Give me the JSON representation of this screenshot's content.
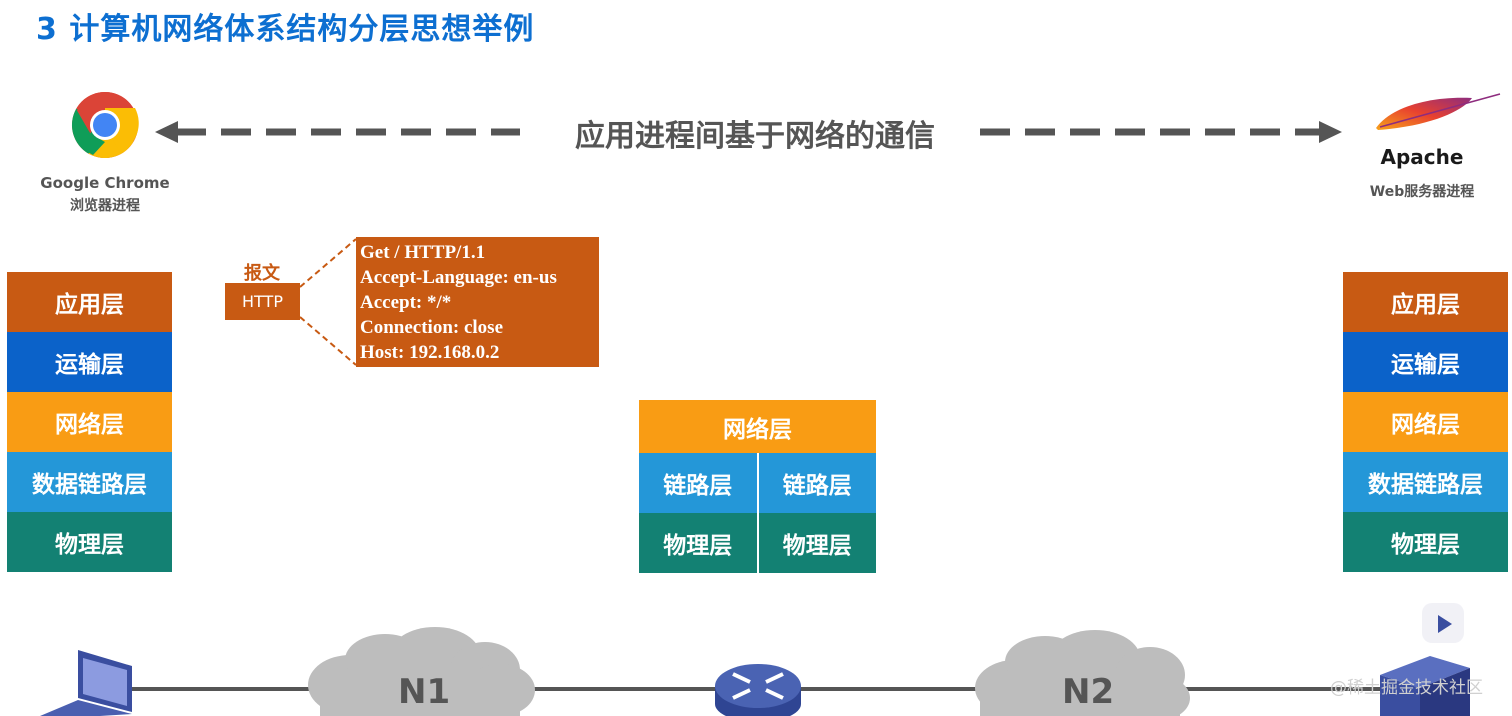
{
  "slide": {
    "title": "3 计算机网络体系结构分层思想举例",
    "caption": "应用进程间基于网络的通信",
    "colors": {
      "title": "#0d6fd1",
      "application": "#c85a13",
      "transport": "#0b62c9",
      "network": "#f99c14",
      "datalink": "#2497d8",
      "physical": "#138173",
      "arrow": "#555555",
      "cloud": "#bdbdbd",
      "device": "#3a4ea0"
    }
  },
  "client": {
    "icon": "chrome-icon",
    "name": "Google Chrome",
    "subtitle": "浏览器进程",
    "layers": [
      "应用层",
      "运输层",
      "网络层",
      "数据链路层",
      "物理层"
    ]
  },
  "server": {
    "icon": "apache-feather-icon",
    "name": "Apache",
    "subtitle": "Web服务器进程",
    "layers": [
      "应用层",
      "运输层",
      "网络层",
      "数据链路层",
      "物理层"
    ]
  },
  "router": {
    "network_layer": "网络层",
    "left": {
      "link": "链路层",
      "physical": "物理层"
    },
    "right": {
      "link": "链路层",
      "physical": "物理层"
    }
  },
  "message": {
    "label": "报文",
    "protocol": "HTTP",
    "lines": [
      "Get / HTTP/1.1",
      "Accept-Language: en-us",
      "Accept: */*",
      "Connection: close",
      "Host: 192.168.0.2"
    ]
  },
  "topology": {
    "networks": [
      "N1",
      "N2"
    ],
    "devices": [
      "laptop-icon",
      "router-icon",
      "server-icon"
    ]
  },
  "watermark": "@稀土掘金技术社区"
}
